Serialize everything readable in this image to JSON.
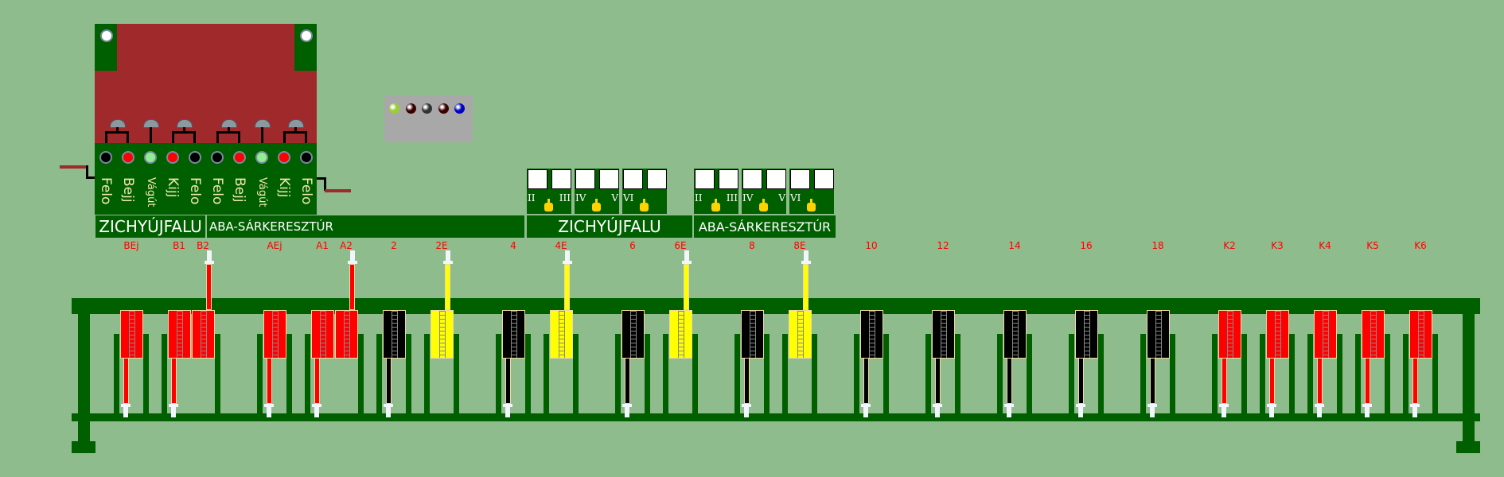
{
  "panel": {
    "labels": [
      "Felo",
      "Bejj",
      "Vágút",
      "Kijj",
      "Felo",
      "Felo",
      "Bejj",
      "Vágút",
      "Kijj",
      "Felo"
    ],
    "led_colors": [
      "#000000",
      "#ff0000",
      "#90ee90",
      "#ff0000",
      "#000000",
      "#000000",
      "#ff0000",
      "#90ee90",
      "#ff0000",
      "#000000"
    ],
    "station_left": "ZICHYÚJFALU",
    "station_right": "ABA-SÁRKERESZTÚR"
  },
  "indicator_leds": [
    "#9acd32",
    "#3a0000",
    "#333333",
    "#3a0000",
    "#0000c0"
  ],
  "block_panels": [
    {
      "station": "ZICHYÚJFALU",
      "groups": [
        [
          "II",
          "III"
        ],
        [
          "IV",
          "V"
        ],
        [
          "VI",
          ""
        ]
      ]
    },
    {
      "station": "ABA-SÁRKERESZTÚR",
      "groups": [
        [
          "II",
          "III"
        ],
        [
          "IV",
          "V"
        ],
        [
          "VI",
          ""
        ]
      ]
    }
  ],
  "levers": [
    {
      "label": "BEj",
      "color": "#ff0000",
      "pos": "down"
    },
    {
      "label": "B1",
      "color": "#ff0000",
      "pos": "down"
    },
    {
      "label": "B2",
      "color": "#ff0000",
      "pos": "up"
    },
    {
      "label": "AEj",
      "color": "#ff0000",
      "pos": "down"
    },
    {
      "label": "A1",
      "color": "#ff0000",
      "pos": "down"
    },
    {
      "label": "A2",
      "color": "#ff0000",
      "pos": "up"
    },
    {
      "label": "2",
      "color": "#000000",
      "pos": "down"
    },
    {
      "label": "2E",
      "color": "#ffff00",
      "pos": "up"
    },
    {
      "label": "4",
      "color": "#000000",
      "pos": "down"
    },
    {
      "label": "4E",
      "color": "#ffff00",
      "pos": "up"
    },
    {
      "label": "6",
      "color": "#000000",
      "pos": "down"
    },
    {
      "label": "6E",
      "color": "#ffff00",
      "pos": "up"
    },
    {
      "label": "8",
      "color": "#000000",
      "pos": "down"
    },
    {
      "label": "8E",
      "color": "#ffff00",
      "pos": "up"
    },
    {
      "label": "10",
      "color": "#000000",
      "pos": "down"
    },
    {
      "label": "12",
      "color": "#000000",
      "pos": "down"
    },
    {
      "label": "14",
      "color": "#000000",
      "pos": "down"
    },
    {
      "label": "16",
      "color": "#000000",
      "pos": "down"
    },
    {
      "label": "18",
      "color": "#000000",
      "pos": "down"
    },
    {
      "label": "K2",
      "color": "#ff0000",
      "pos": "down"
    },
    {
      "label": "K3",
      "color": "#ff0000",
      "pos": "down"
    },
    {
      "label": "K4",
      "color": "#ff0000",
      "pos": "down"
    },
    {
      "label": "K5",
      "color": "#ff0000",
      "pos": "down"
    },
    {
      "label": "K6",
      "color": "#ff0000",
      "pos": "down"
    }
  ]
}
